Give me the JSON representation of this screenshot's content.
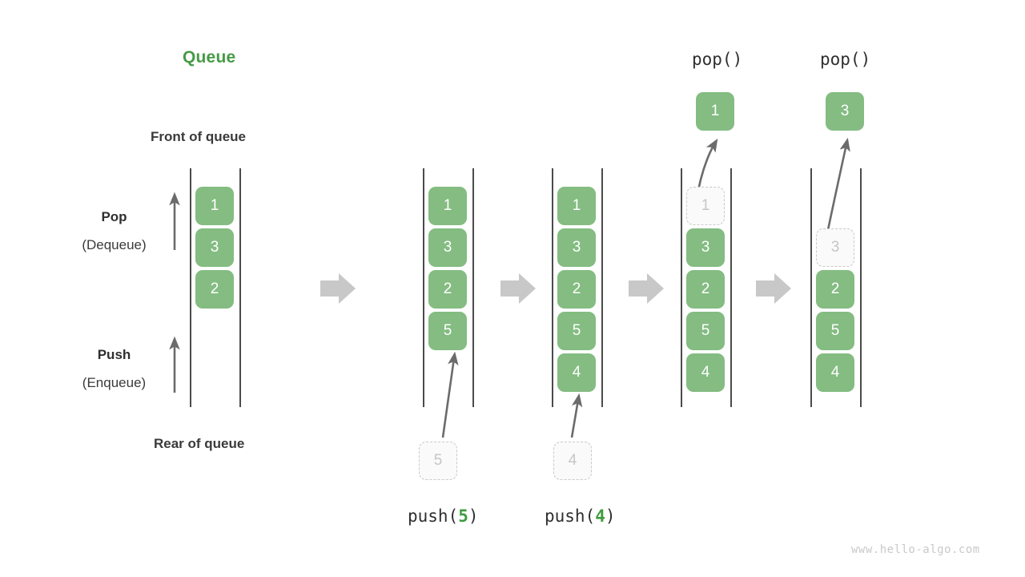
{
  "title": "Queue",
  "labels": {
    "front_of_queue": "Front of queue",
    "rear_of_queue": "Rear of queue",
    "pop_title": "Pop",
    "pop_sub": "(Dequeue)",
    "push_title": "Push",
    "push_sub": "(Enqueue)"
  },
  "watermark": "www.hello-algo.com",
  "colors": {
    "element_green": "#84bc82",
    "title_green": "#469b46",
    "arg_green": "#3f9c3f",
    "ghost_border": "#c9c9c9",
    "ghost_fill": "#fafafa",
    "ghost_text": "#c6c6c6",
    "rail": "#4b4b4b",
    "step_arrow": "#c8c8c8",
    "thin_arrow": "#6b6b6b",
    "text": "#2f2f2f",
    "watermark": "#c9c9c9"
  },
  "stages": [
    {
      "id": "initial",
      "caption": "",
      "op_label": "",
      "elements": [
        "1",
        "3",
        "2"
      ],
      "ghost": null,
      "popped": null
    },
    {
      "id": "push-5",
      "caption": "push(5)",
      "op_prefix": "push(",
      "op_arg": "5",
      "op_suffix": ")",
      "elements": [
        "1",
        "3",
        "2",
        "5"
      ],
      "ghost": "5",
      "ghost_position": "below",
      "popped": null
    },
    {
      "id": "push-4",
      "caption": "push(4)",
      "op_prefix": "push(",
      "op_arg": "4",
      "op_suffix": ")",
      "elements": [
        "1",
        "3",
        "2",
        "5",
        "4"
      ],
      "ghost": "4",
      "ghost_position": "below",
      "popped": null
    },
    {
      "id": "pop-1",
      "caption": "pop()",
      "op_prefix": "pop(",
      "op_arg": "",
      "op_suffix": ")",
      "elements": [
        "3",
        "2",
        "5",
        "4"
      ],
      "ghost": "1",
      "ghost_position": "slot-0",
      "popped": "1"
    },
    {
      "id": "pop-3",
      "caption": "pop()",
      "op_prefix": "pop(",
      "op_arg": "",
      "op_suffix": ")",
      "elements": [
        "2",
        "5",
        "4"
      ],
      "ghost": "3",
      "ghost_position": "slot-1",
      "popped": "3"
    }
  ],
  "op_labels": {
    "pop_1": "pop()",
    "pop_2": "pop()"
  },
  "boxes": {
    "s0": [
      "1",
      "3",
      "2"
    ],
    "s1": [
      "1",
      "3",
      "2",
      "5"
    ],
    "s1_ghost": "5",
    "s2": [
      "1",
      "3",
      "2",
      "5",
      "4"
    ],
    "s2_ghost": "4",
    "s3_ghost": "1",
    "s3": [
      "3",
      "2",
      "5",
      "4"
    ],
    "s3_popped": "1",
    "s4_ghost": "3",
    "s4": [
      "2",
      "5",
      "4"
    ],
    "s4_popped": "3"
  }
}
